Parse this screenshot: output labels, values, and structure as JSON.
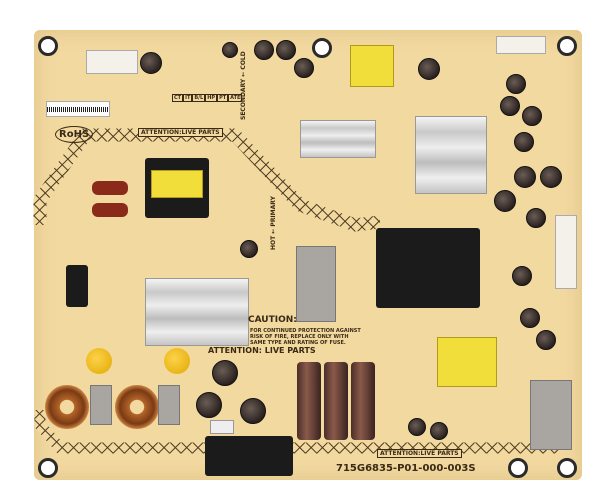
{
  "board": {
    "part_number": "715G6835-P01-000-003S",
    "rohs_mark": "RoHS",
    "caution_title": "CAUTION:",
    "caution_text": [
      "FOR CONTINUED PROTECTION AGAINST",
      "RISK OF FIRE, REPLACE ONLY WITH",
      "SAME TYPE AND RATING OF FUSE."
    ],
    "attention_label": "ATTENTION: LIVE PARTS",
    "attention_small": "ATTENTION:LIVE PARTS",
    "secondary_label": "SECONDARY ← COLD",
    "primary_label": "HOT ← PRIMARY",
    "test_points": [
      "CT",
      "IT",
      "B/L",
      "HP",
      "PT",
      "ATE"
    ]
  },
  "colors": {
    "pcb": "#f2d9a0",
    "silkscreen": "#3a2a15",
    "transformer": "#f2de3a",
    "heatsink": "#d0d0d0"
  }
}
